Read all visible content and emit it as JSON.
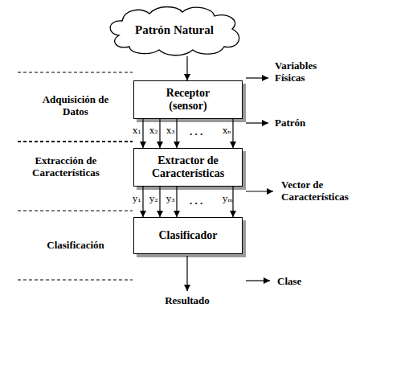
{
  "diagram": {
    "nodes": [
      {
        "text": [
          "Patrón Natural"
        ]
      },
      {
        "text": [
          "Receptor (sensor)"
        ]
      },
      {
        "text": [
          "Extractor de Características"
        ]
      },
      {
        "text": [
          "Clasificador"
        ]
      }
    ],
    "edges": [
      {
        "from": 0,
        "to": 1,
        "arrow": "to"
      },
      {
        "from": 1,
        "to": 2,
        "label": "x₁",
        "arrow": "to"
      },
      {
        "from": 1,
        "to": 2,
        "label": "x₂",
        "arrow": "to"
      },
      {
        "from": 1,
        "to": 2,
        "label": "x₃",
        "arrow": "to"
      },
      {
        "from": 1,
        "to": 2,
        "label": "xₙ",
        "arrow": "to"
      },
      {
        "from": 2,
        "to": 3,
        "label": "y₁",
        "arrow": "to"
      },
      {
        "from": 2,
        "to": 3,
        "label": "y₂",
        "arrow": "to"
      },
      {
        "from": 2,
        "to": 3,
        "label": "y₃",
        "arrow": "to"
      },
      {
        "from": 2,
        "to": 3,
        "label": "yₘ",
        "arrow": "to"
      }
    ],
    "labels": [
      "Variables Físicas",
      "Adquisición de Datos",
      "Patrón",
      ". . .",
      "Extracción de Características",
      ". . .",
      "Vector de Características",
      "Clasificación",
      "Clase",
      "Resultado"
    ]
  }
}
